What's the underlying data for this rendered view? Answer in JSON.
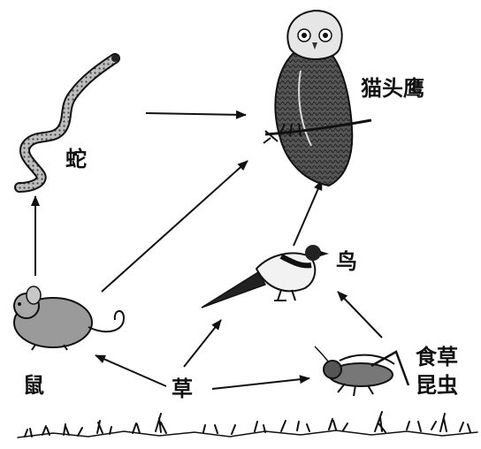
{
  "colors": {
    "ink": "#111111",
    "grey": "#8c8c8c",
    "dark": "#333333"
  },
  "organisms": {
    "owl": {
      "label": "猫头鹰",
      "icon": "owl-icon"
    },
    "snake": {
      "label": "蛇",
      "icon": "snake-icon"
    },
    "bird": {
      "label": "鸟",
      "icon": "magpie-icon"
    },
    "mouse": {
      "label": "鼠",
      "icon": "mouse-icon"
    },
    "grass": {
      "label": "草",
      "icon": "grass-icon"
    },
    "insect": {
      "label_line1": "食草",
      "label_line2": "昆虫",
      "icon": "grasshopper-icon"
    }
  },
  "food_chain_links": [
    {
      "from": "草",
      "to": "鼠"
    },
    {
      "from": "草",
      "to": "鸟"
    },
    {
      "from": "草",
      "to": "食草昆虫"
    },
    {
      "from": "食草昆虫",
      "to": "鸟"
    },
    {
      "from": "鼠",
      "to": "蛇"
    },
    {
      "from": "鼠",
      "to": "猫头鹰"
    },
    {
      "from": "蛇",
      "to": "猫头鹰"
    },
    {
      "from": "鸟",
      "to": "猫头鹰"
    }
  ]
}
